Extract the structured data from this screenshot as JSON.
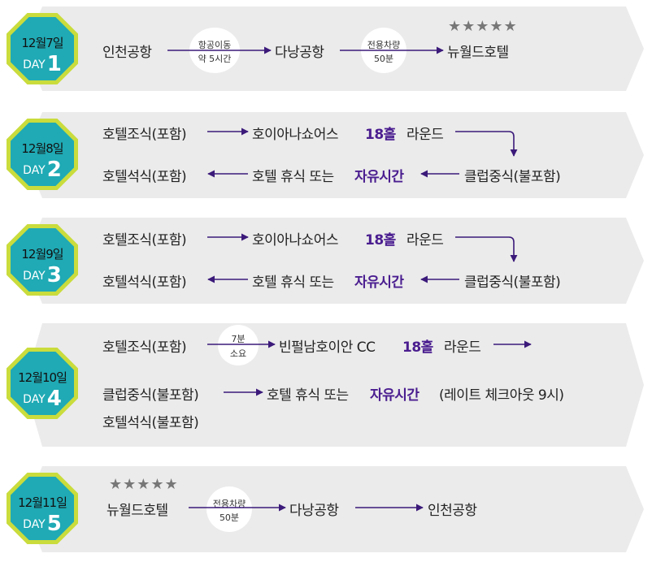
{
  "days": [
    {
      "date": "12월7일",
      "day_label": "DAY",
      "day_num": "1",
      "items": {
        "a": "인천공항",
        "b1": "항공이동",
        "b2": "약 5시간",
        "c": "다낭공항",
        "d1": "전용차량",
        "d2": "50분",
        "e": "뉴월드호텔",
        "stars": "★★★★★"
      }
    },
    {
      "date": "12월8일",
      "day_label": "DAY",
      "day_num": "2",
      "items": {
        "a": "호텔조식(포함)",
        "b": "호이아나쇼어스",
        "b_emph": "18홀",
        "b_tail": "라운드",
        "c": "클럽중식(불포함)",
        "d": "호텔 휴식 또는",
        "d_emph": "자유시간",
        "e": "호텔석식(포함)"
      }
    },
    {
      "date": "12월9일",
      "day_label": "DAY",
      "day_num": "3",
      "items": {
        "a": "호텔조식(포함)",
        "b": "호이아나쇼어스",
        "b_emph": "18홀",
        "b_tail": "라운드",
        "c": "클럽중식(불포함)",
        "d": "호텔 휴식 또는",
        "d_emph": "자유시간",
        "e": "호텔석식(포함)"
      }
    },
    {
      "date": "12월10일",
      "day_label": "DAY",
      "day_num": "4",
      "items": {
        "a": "호텔조식(포함)",
        "b1": "7분",
        "b2": "소요",
        "c": "빈펄남호이안 CC",
        "c_emph": "18홀",
        "c_tail": "라운드",
        "d": "클럽중식(불포함)",
        "e": "호텔 휴식 또는",
        "e_emph": "자유시간",
        "e_tail": "(레이트 체크아웃 9시)",
        "f": "호텔석식(불포함)"
      }
    },
    {
      "date": "12월11일",
      "day_label": "DAY",
      "day_num": "5",
      "items": {
        "stars": "★★★★★",
        "a": "뉴월드호텔",
        "b1": "전용차량",
        "b2": "50분",
        "c": "다낭공항",
        "d": "인천공항"
      }
    }
  ],
  "colors": {
    "row_bg": "#ebebeb",
    "badge_outer": "#c9dc3c",
    "badge_inner": "#1faab5",
    "arrow": "#3b1a7a",
    "emphasis": "#4a1d8f",
    "stars": "#777777"
  }
}
